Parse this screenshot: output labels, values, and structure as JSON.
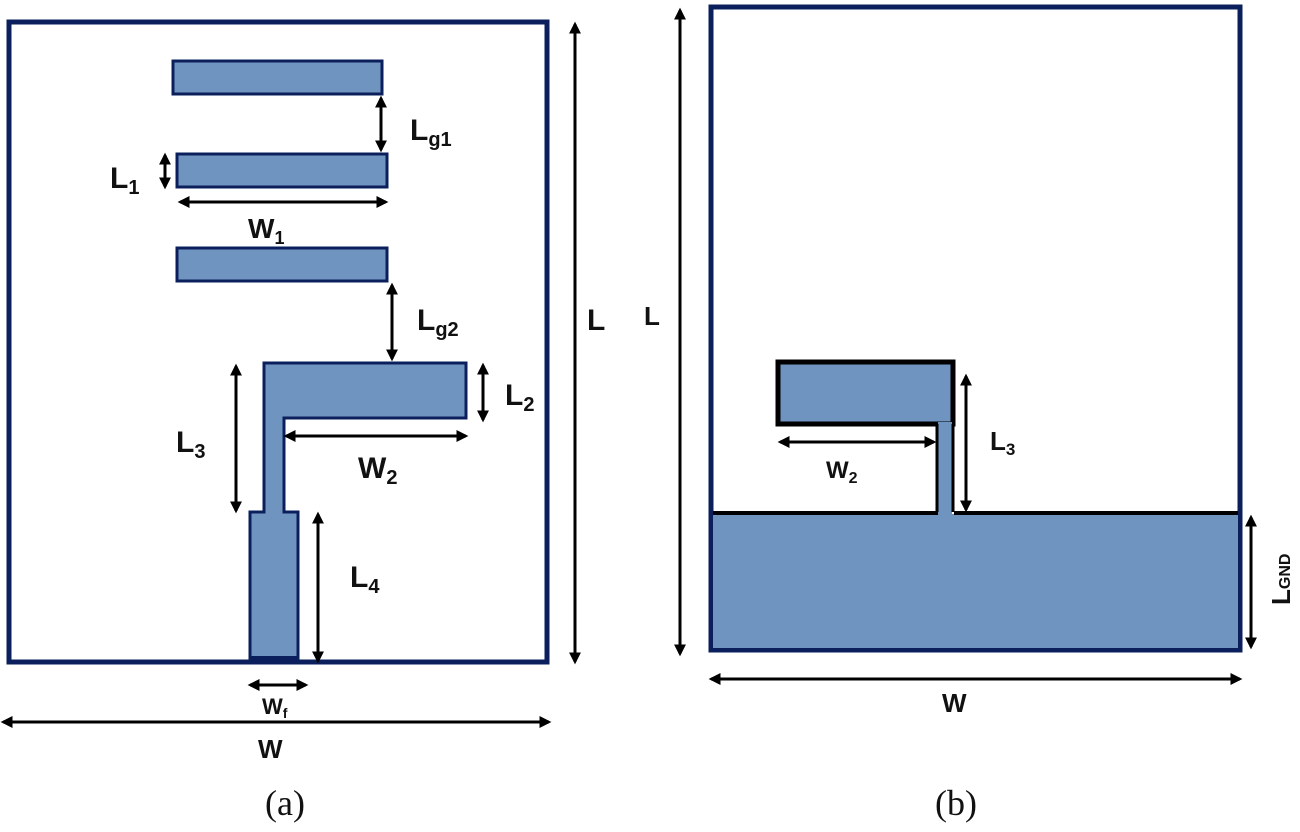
{
  "figure": {
    "colors": {
      "substrate_border": "#0b1f5c",
      "patch_fill": "#7094c0",
      "patch_border": "#0b1f5c",
      "ground_border_black": "#000000",
      "arrow": "#000000",
      "label": "#111111"
    },
    "panel_a": {
      "caption": "(a)",
      "labels": {
        "lg1": {
          "base": "L",
          "sub": "g1"
        },
        "l1": {
          "base": "L",
          "sub": "1"
        },
        "w1": {
          "base": "W",
          "sub": "1"
        },
        "lg2": {
          "base": "L",
          "sub": "g2"
        },
        "l": {
          "base": "L",
          "sub": ""
        },
        "l2": {
          "base": "L",
          "sub": "2"
        },
        "l3": {
          "base": "L",
          "sub": "3"
        },
        "w2": {
          "base": "W",
          "sub": "2"
        },
        "l4": {
          "base": "L",
          "sub": "4"
        },
        "wf": {
          "base": "W",
          "sub": "f"
        },
        "w": {
          "base": "W",
          "sub": ""
        }
      }
    },
    "panel_b": {
      "caption": "(b)",
      "labels": {
        "l": {
          "base": "L",
          "sub": ""
        },
        "w2": {
          "base": "W",
          "sub": "2"
        },
        "l3": {
          "base": "L",
          "sub": "3"
        },
        "lgnd": {
          "base": "L",
          "sub": "GND"
        },
        "w": {
          "base": "W",
          "sub": ""
        }
      }
    }
  }
}
